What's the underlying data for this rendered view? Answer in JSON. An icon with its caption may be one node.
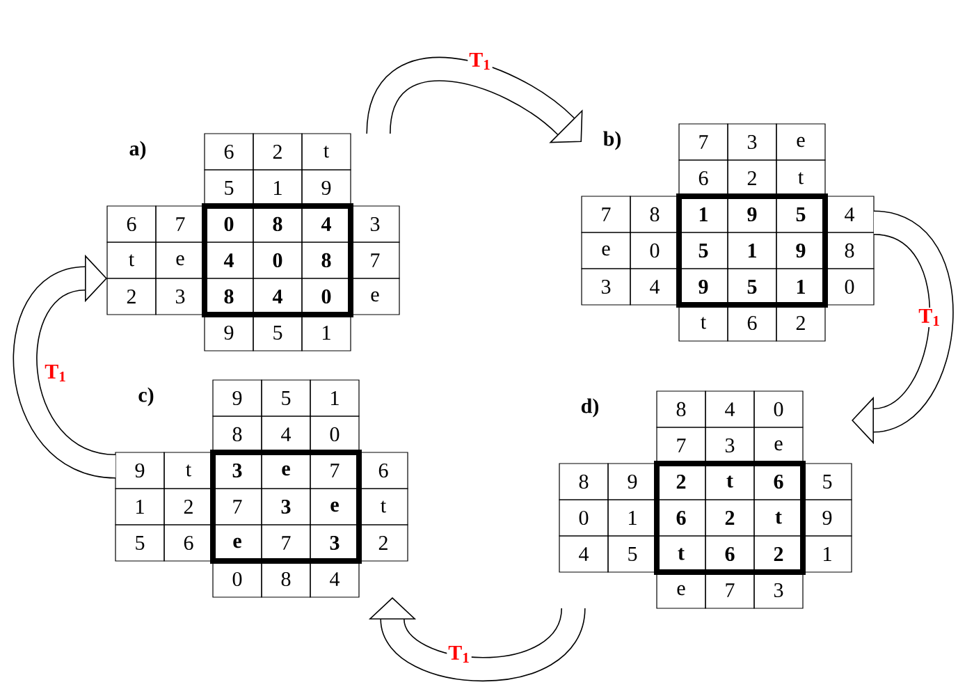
{
  "diagram": {
    "nodes": [
      {
        "text": [
          "a)",
          "6",
          "2",
          "t",
          "5",
          "1",
          "9",
          "6",
          "7",
          "0",
          "8",
          "4",
          "3",
          "t",
          "e",
          "4",
          "0",
          "8",
          "7",
          "2",
          "3",
          "8",
          "4",
          "0",
          "e",
          "9",
          "5",
          "1"
        ]
      },
      {
        "text": [
          "b)",
          "7",
          "3",
          "e",
          "6",
          "2",
          "t",
          "7",
          "8",
          "1",
          "9",
          "5",
          "4",
          "e",
          "0",
          "5",
          "1",
          "9",
          "8",
          "3",
          "4",
          "9",
          "5",
          "1",
          "0",
          "t",
          "6",
          "2"
        ]
      },
      {
        "text": [
          "c)",
          "9",
          "5",
          "1",
          "8",
          "4",
          "0",
          "9",
          "t",
          "3",
          "e",
          "7",
          "6",
          "1",
          "2",
          "7",
          "3",
          "e",
          "t",
          "5",
          "6",
          "e",
          "7",
          "3",
          "2",
          "0",
          "8",
          "4"
        ]
      },
      {
        "text": [
          "d)",
          "8",
          "4",
          "0",
          "7",
          "3",
          "e",
          "8",
          "9",
          "2",
          "t",
          "6",
          "5",
          "0",
          "1",
          "6",
          "2",
          "t",
          "9",
          "4",
          "5",
          "t",
          "6",
          "2",
          "1",
          "e",
          "7",
          "3"
        ]
      }
    ],
    "edges": [
      {
        "from": 0,
        "to": 1,
        "arrow": "to",
        "label": "T$_{1}$"
      },
      {
        "from": 1,
        "to": 3,
        "arrow": "to",
        "label": "T$_{1}$"
      },
      {
        "from": 3,
        "to": 2,
        "arrow": "to",
        "label": "T$_{1}$"
      },
      {
        "from": 2,
        "to": 0,
        "arrow": "to",
        "label": "T$_{1}$"
      }
    ]
  }
}
